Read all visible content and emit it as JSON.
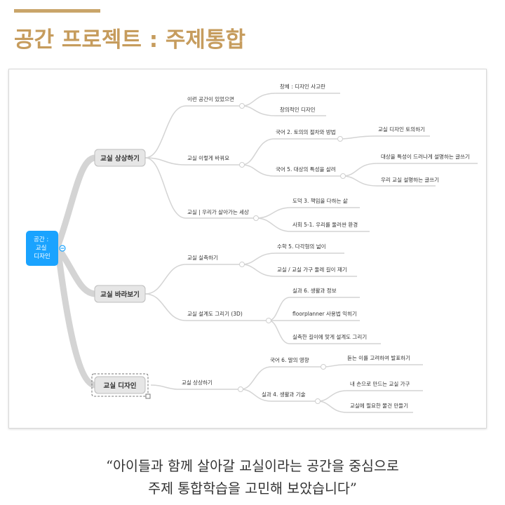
{
  "title": "공간 프로젝트 : 주제통합",
  "caption_line1": "“아이들과 함께 살아갈 교실이라는 공간을 중심으로",
  "caption_line2": "주제 통합학습을 고민해 보았습니다”",
  "colors": {
    "title": "#c69c5d",
    "root_fill": "#1aa3ff",
    "branch_fill": "#e6e6e6",
    "line": "#d4d4d4"
  },
  "mindmap": {
    "root": "공간 :\n교실\n디자인",
    "branch1": {
      "label": "교실 상상하기",
      "sub1": {
        "label": "이런 공간이 있었으면",
        "leaf1": "창체 : 디자인 사고란",
        "leaf2": "창의적인 디자인"
      },
      "sub2": {
        "label": "교실 이렇게 바꿔요",
        "mid1": {
          "label": "국어 2. 토의의 절차와 방법",
          "leaf1": "교실 디자인 토의하기"
        },
        "mid2": {
          "label": "국어  5. 대상의 특성을 살려",
          "leaf1": "대상을 특성이 드러나게 설명하는 글쓰기",
          "leaf2": "우리 교실 설명하는 글쓰기"
        }
      },
      "sub3": {
        "label": "교실 | 우리가 살아가는 세상",
        "leaf1": "도덕 3. 책임을 다하는 삶",
        "leaf2": "사회 5-1. 우리를 둘러싼 환경"
      }
    },
    "branch2": {
      "label": "교실 바라보기",
      "sub1": {
        "label": "교실 실측하기",
        "leaf1": "수학 5. 다각형의 넓이",
        "leaf2": "교실  / 교실 가구 둘레 길이 재기"
      },
      "sub2": {
        "label": "교실 설계도 그리기 (3D)",
        "leaf1": "실과 6. 생활과 정보",
        "leaf2": "floorplanner 사용법 익히기",
        "leaf3": "실측한 길이에 맞게 설계도 그리기"
      }
    },
    "branch3": {
      "label": "교실 디자인",
      "sub1": {
        "label": "교실 상상하기",
        "mid1": {
          "label": "국어 6. 말의 영향",
          "leaf1": "듣는 이를 고려하여 발표하기"
        },
        "mid2": {
          "label": "실과 4. 생활과 기술",
          "leaf1": "내 손으로 만드는 교실 가구",
          "leaf2": "교실에 필요한 물건 만들기"
        }
      }
    }
  }
}
